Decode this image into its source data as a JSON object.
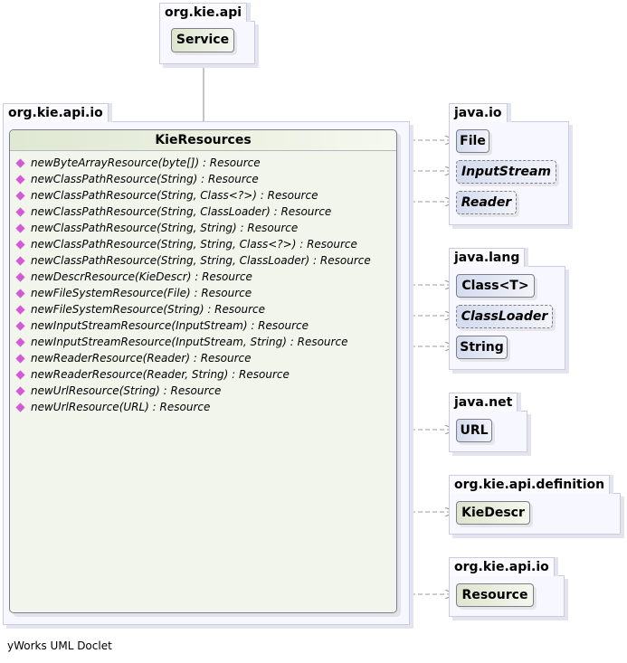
{
  "packages": {
    "kie_api": {
      "name": "org.kie.api",
      "classes": [
        "Service"
      ]
    },
    "kie_api_io": {
      "name": "org.kie.api.io"
    },
    "java_io": {
      "name": "java.io",
      "classes": [
        "File",
        "InputStream",
        "Reader"
      ]
    },
    "java_lang": {
      "name": "java.lang",
      "classes": [
        "Class<T>",
        "ClassLoader",
        "String"
      ]
    },
    "java_net": {
      "name": "java.net",
      "classes": [
        "URL"
      ]
    },
    "kie_api_definition": {
      "name": "org.kie.api.definition",
      "classes": [
        "KieDescr"
      ]
    },
    "kie_api_io_ref": {
      "name": "org.kie.api.io",
      "classes": [
        "Resource"
      ]
    }
  },
  "main_class": {
    "name": "KieResources",
    "methods": [
      "newByteArrayResource(byte[]) : Resource",
      "newClassPathResource(String) : Resource",
      "newClassPathResource(String, Class<?>) : Resource",
      "newClassPathResource(String, ClassLoader) : Resource",
      "newClassPathResource(String, String) : Resource",
      "newClassPathResource(String, String, Class<?>) : Resource",
      "newClassPathResource(String, String, ClassLoader) : Resource",
      "newDescrResource(KieDescr) : Resource",
      "newFileSystemResource(File) : Resource",
      "newFileSystemResource(String) : Resource",
      "newInputStreamResource(InputStream) : Resource",
      "newInputStreamResource(InputStream, String) : Resource",
      "newReaderResource(Reader) : Resource",
      "newReaderResource(Reader, String) : Resource",
      "newUrlResource(String) : Resource",
      "newUrlResource(URL) : Resource"
    ]
  },
  "caption": "yWorks UML Doclet"
}
